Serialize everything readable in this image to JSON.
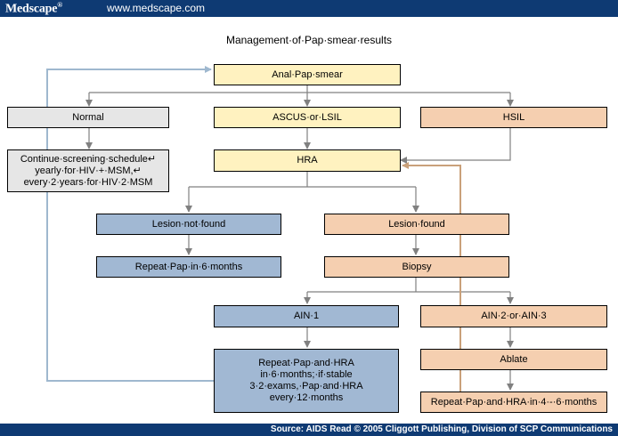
{
  "header": {
    "logo": "Medscape",
    "logo_mark": "®",
    "url": "www.medscape.com"
  },
  "title": "Management·of·Pap·smear·results",
  "boxes": {
    "anal_pap": "Anal·Pap·smear",
    "normal": "Normal",
    "ascus": "ASCUS·or·LSIL",
    "hsil": "HSIL",
    "continue": "Continue·screening·schedule↵\nyearly·for·HIV·+·MSM,↵\nevery·2·years·for·HIV·2·MSM",
    "hra": "HRA",
    "lesion_not_found": "Lesion·not·found",
    "lesion_found": "Lesion·found",
    "repeat_pap_6": "Repeat·Pap·in·6·months",
    "biopsy": "Biopsy",
    "ain1": "AIN·1",
    "ain23": "AIN·2·or·AIN·3",
    "repeat_pap_hra": "Repeat·Pap·and·HRA\nin·6·months;·if·stable\n3·2·exams,·Pap·and·HRA\nevery·12·months",
    "ablate": "Ablate",
    "repeat_pap_4_6": "Repeat·Pap·and·HRA·in·4·-·6·months"
  },
  "footer": {
    "source": "Source: AIDS Read © 2005 Cliggott Publishing, Division of SCP Communications"
  },
  "colors": {
    "header_bg": "#0e3a73",
    "yellow": "#fff2c0",
    "gray": "#e6e6e6",
    "salmon": "#f5cfb0",
    "blue": "#a1b8d3",
    "arrow": "#808080",
    "loop_blue": "#9fb8cf",
    "loop_brown": "#c9a07a"
  }
}
